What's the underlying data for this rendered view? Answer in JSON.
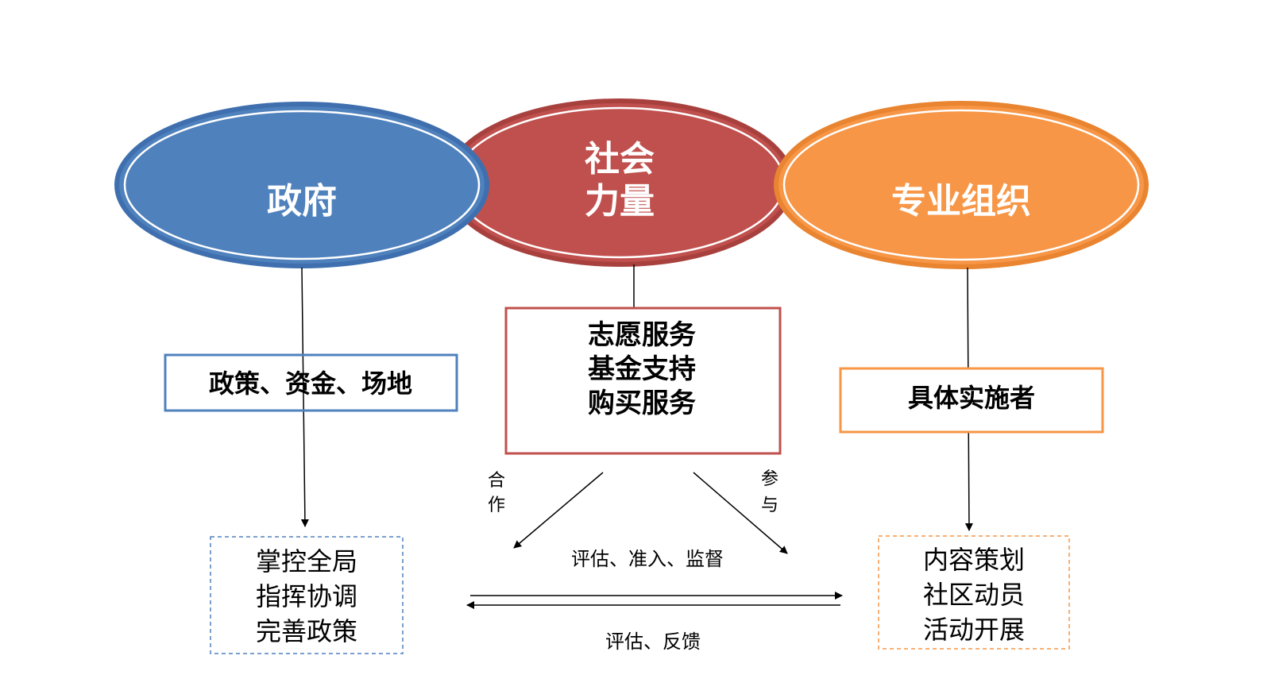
{
  "ellipses": {
    "government": {
      "label": "政府",
      "fill": "#4F81BD",
      "stroke": "#3F6FAE"
    },
    "society": {
      "label_line1": "社会",
      "label_line2": "力量",
      "fill": "#C0504D",
      "stroke": "#A8413E"
    },
    "professional": {
      "label": "专业组织",
      "fill": "#F79646",
      "stroke": "#E98430"
    }
  },
  "boxes": {
    "government_resources": {
      "text": "政策、资金、场地",
      "border": "#4F81BD"
    },
    "society_roles": {
      "lines": [
        "志愿服务",
        "基金支持",
        "购买服务"
      ],
      "border": "#C0504D"
    },
    "professional_role": {
      "text": "具体实施者",
      "border": "#F79646"
    },
    "government_duties": {
      "lines": [
        "掌控全局",
        "指挥协调",
        "完善政策"
      ],
      "border": "#4F81BD"
    },
    "professional_duties": {
      "lines": [
        "内容策划",
        "社区动员",
        "活动开展"
      ],
      "border": "#F79646"
    }
  },
  "labels": {
    "cooperate": [
      "合",
      "作"
    ],
    "participate": [
      "参",
      "与"
    ],
    "evaluate_top": "评估、准入、监督",
    "evaluate_bottom": "评估、反馈"
  }
}
